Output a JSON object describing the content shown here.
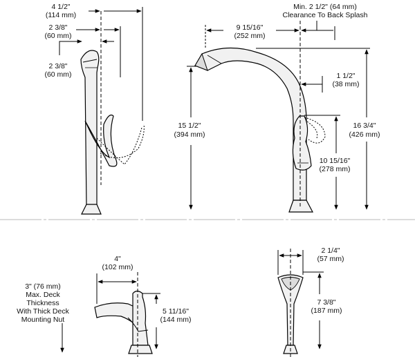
{
  "side_view": {
    "dim_top_in": "4 1/2\"",
    "dim_top_mm": "(114 mm)",
    "dim_upper_in": "2 3/8\"",
    "dim_upper_mm": "(60 mm)",
    "dim_lower_in": "2 3/8\"",
    "dim_lower_mm": "(60 mm)"
  },
  "front_view": {
    "clearance_line1": "Min. 2 1/2\" (64 mm)",
    "clearance_line2": "Clearance To Back Splash",
    "reach_in": "9 15/16\"",
    "reach_mm": "(252 mm)",
    "spout_height_in": "15 1/2\"",
    "spout_height_mm": "(394 mm)",
    "handle_offset_in": "1 1/2\"",
    "handle_offset_mm": "(38 mm)",
    "overall_height_in": "16 3/4\"",
    "overall_height_mm": "(426 mm)",
    "handle_height_in": "10 15/16\"",
    "handle_height_mm": "(278 mm)"
  },
  "soap_dispenser_side": {
    "reach_in": "4\"",
    "reach_mm": "(102 mm)",
    "deck_note": [
      "3\" (76 mm)",
      "Max. Deck",
      "Thickness",
      "With Thick Deck",
      "Mounting Nut"
    ],
    "height_in": "5 11/16\"",
    "height_mm": "(144 mm)"
  },
  "soap_dispenser_front": {
    "width_in": "2 1/4\"",
    "width_mm": "(57 mm)",
    "height_in": "7 3/8\"",
    "height_mm": "(187 mm)"
  }
}
